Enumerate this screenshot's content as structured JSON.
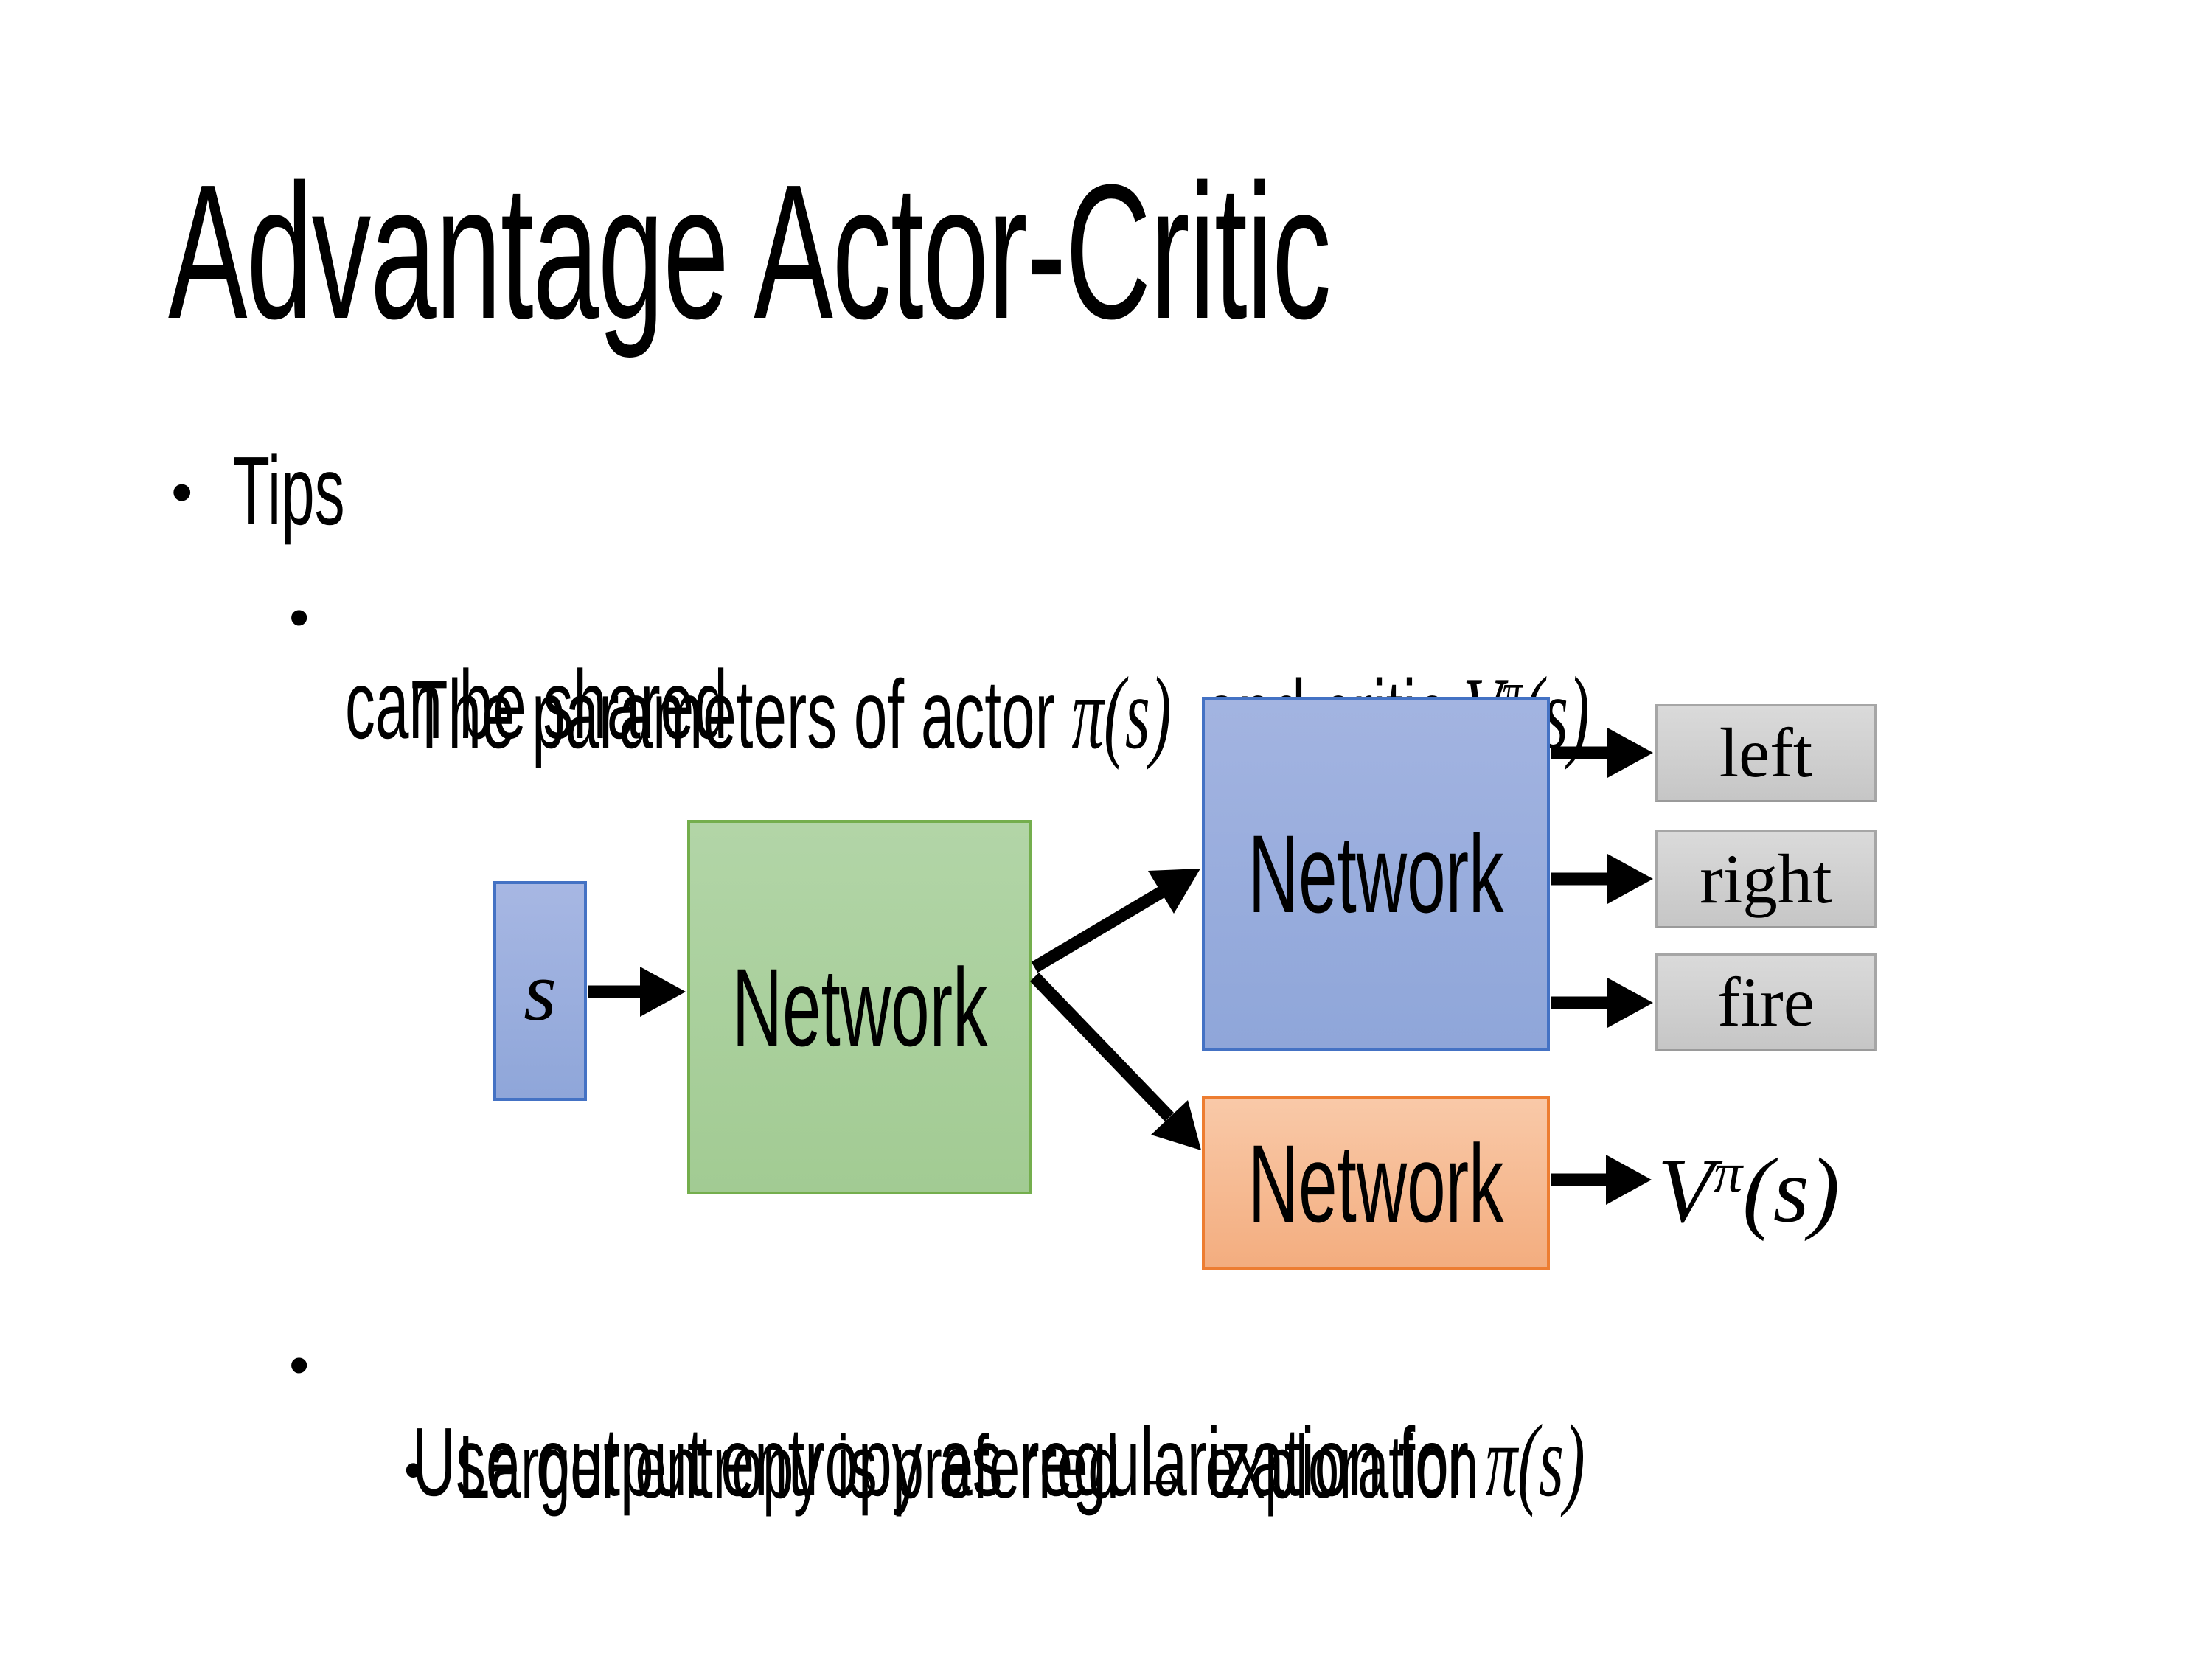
{
  "slide": {
    "title": "Advantage Actor-Critic"
  },
  "bullets": {
    "tips": {
      "marker": "•",
      "label": "Tips"
    },
    "shared": {
      "marker": "•",
      "text_before_math": "The parameters of actor ",
      "math_actor": "π(s)",
      "text_between": "  and critic ",
      "math_critic_base": "V",
      "math_critic_sup": "π",
      "math_critic_args": "(s)",
      "second_line": "can be shared"
    },
    "entropy": {
      "marker": "•",
      "text_before_math": "Use output entropy as regularization for ",
      "math": "π(s)"
    },
    "exploration": {
      "marker": "•",
      "label": "Larger entropy is preferred → exploration"
    }
  },
  "diagram": {
    "state_label": "s",
    "shared_network_label": "Network",
    "actor_network_label": "Network",
    "critic_network_label": "Network",
    "action_outputs": [
      "left",
      "right",
      "fire"
    ],
    "value_output": {
      "base": "V",
      "sup": "π",
      "args": "(s)"
    },
    "colors": {
      "state_box_fill": "#9BAEDC",
      "state_box_border": "#4472C4",
      "shared_network_fill": "#A9D18E",
      "shared_network_border": "#74AE4D",
      "actor_network_fill": "#9BAEDC",
      "actor_network_border": "#4472C4",
      "critic_network_fill": "#F4B183",
      "critic_network_border": "#ED7D31",
      "action_box_fill": "#D0D0D0",
      "action_box_border": "#A6A6A6",
      "arrow_color": "#000000",
      "text_color": "#000000",
      "background": "#FFFFFF"
    }
  }
}
